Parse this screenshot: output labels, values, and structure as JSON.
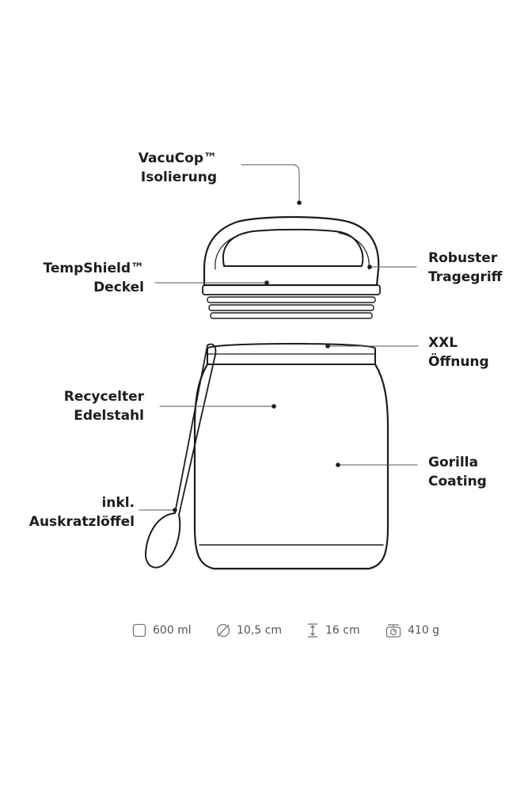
{
  "colors": {
    "ink": "#1c1c1c",
    "leader": "#555555",
    "spec_text": "#555555"
  },
  "labels": {
    "insulation": {
      "line1": "VacuCop™",
      "line2": "Isolierung"
    },
    "lid": {
      "line1": "TempShield™",
      "line2": "Deckel"
    },
    "handle": {
      "line1": "Robuster",
      "line2": "Tragegriff"
    },
    "opening": {
      "line1": "XXL",
      "line2": "Öffnung"
    },
    "steel": {
      "line1": "Recycelter",
      "line2": "Edelstahl"
    },
    "coating": {
      "line1": "Gorilla",
      "line2": "Coating"
    },
    "spoon": {
      "line1": "inkl.",
      "line2": "Auskratzlöffel"
    }
  },
  "specs": {
    "volume": {
      "icon": "volume-icon",
      "text": "600 ml"
    },
    "diameter": {
      "icon": "diameter-icon",
      "text": "10,5 cm"
    },
    "height": {
      "icon": "height-icon",
      "text": "16 cm"
    },
    "weight": {
      "icon": "scale-icon",
      "text": "410 g"
    }
  }
}
